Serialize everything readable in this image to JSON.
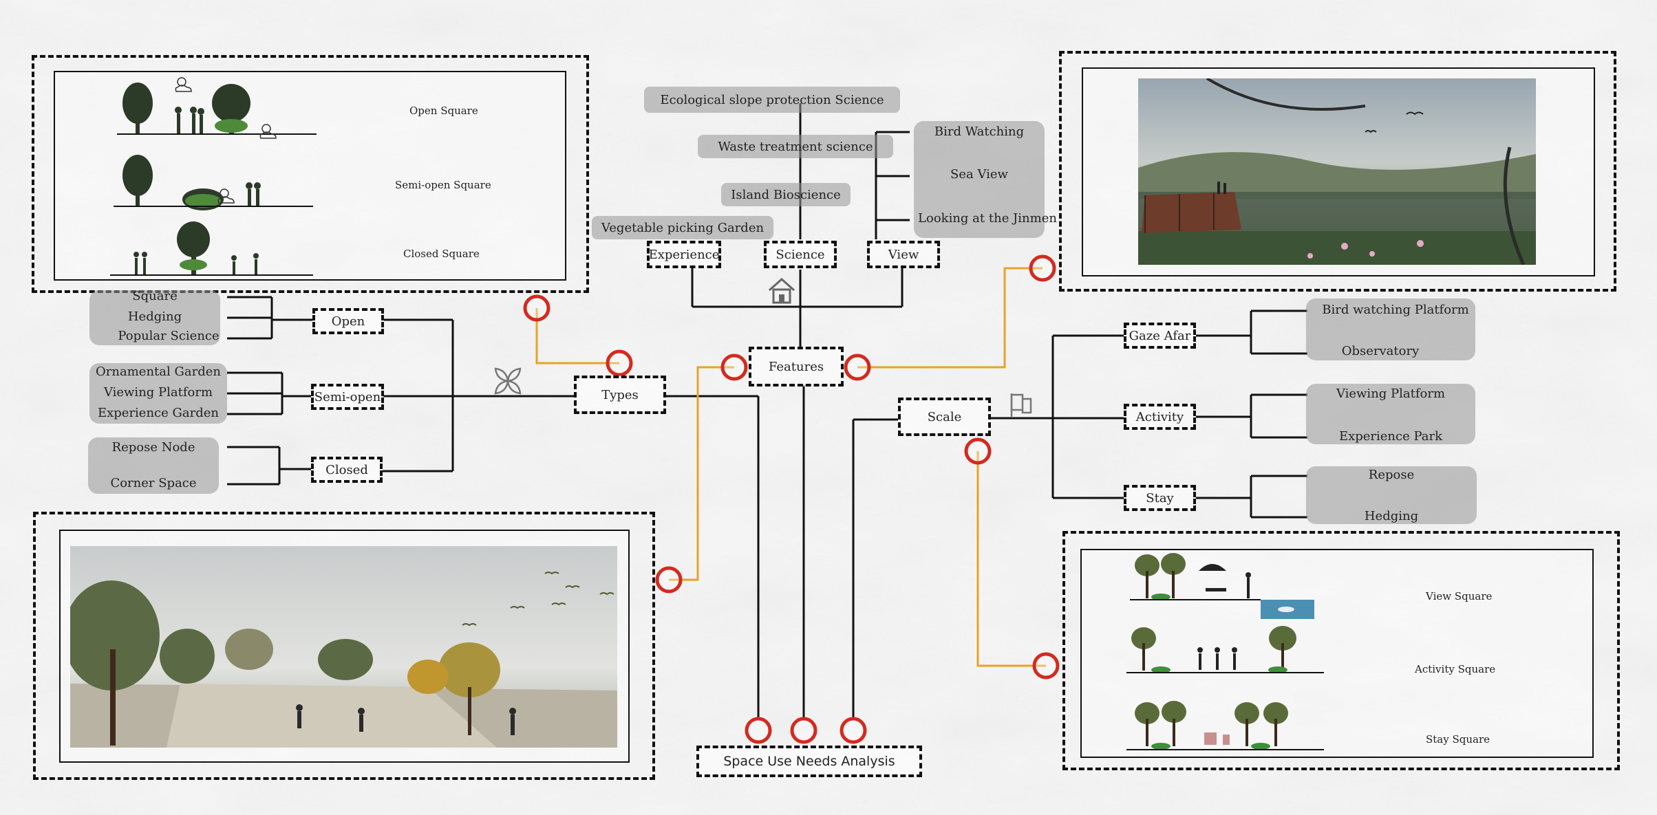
{
  "center": {
    "title": "Space Use Needs Analysis"
  },
  "hubs": {
    "features": "Features",
    "types": "Types",
    "scale": "Scale"
  },
  "features_branch": {
    "experience": "Experience",
    "science": "Science",
    "view": "View",
    "science_items": [
      "Ecological slope protection Science",
      "Waste treatment science",
      "Island Bioscience"
    ],
    "experience_items": [
      "Vegetable picking Garden"
    ],
    "view_items": [
      "Bird Watching",
      "Sea View",
      "Looking at the Jinmen"
    ]
  },
  "types_branch": {
    "open": "Open",
    "semi_open": "Semi-open",
    "closed": "Closed",
    "open_items": [
      "Square",
      "Hedging",
      "Popular Science"
    ],
    "semi_open_items": [
      "Ornamental Garden",
      "Viewing Platform",
      "Experience Garden"
    ],
    "closed_items": [
      "Repose Node",
      "Corner Space"
    ]
  },
  "scale_branch": {
    "gaze_afar": "Gaze Afar",
    "activity": "Activity",
    "stay": "Stay",
    "gaze_afar_items": [
      "Bird watching Platform",
      "Observatory"
    ],
    "activity_items": [
      "Viewing Platform",
      "Experience Park"
    ],
    "stay_items": [
      "Repose",
      "Hedging"
    ]
  },
  "panels": {
    "types_illustration": [
      "Open Square",
      "Semi-open Square",
      "Closed Square"
    ],
    "scale_illustration": [
      "View Square",
      "Activity Square",
      "Stay Square"
    ]
  },
  "colors": {
    "accent_line": "#e8a325",
    "connector_circle": "#d42a1f",
    "wire": "#111111"
  },
  "icons": [
    "house-icon",
    "flower-icon",
    "flag-icon",
    "tree-icon",
    "sun-cloud-icon",
    "people-icon",
    "bird-icon"
  ]
}
